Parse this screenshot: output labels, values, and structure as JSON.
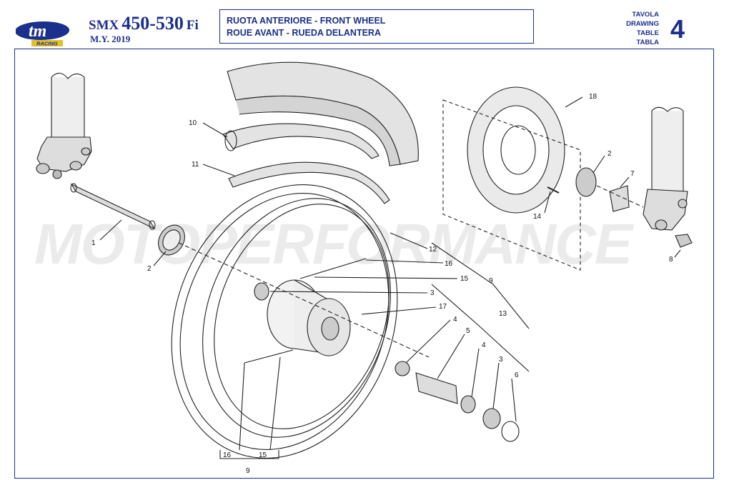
{
  "header": {
    "logo_text": "tm",
    "logo_sub": "RACING",
    "model_prefix": "SMX",
    "model_number": "450-530",
    "model_suffix": "Fi",
    "model_year": "M.Y. 2019",
    "title_line1": "RUOTA ANTERIORE - FRONT WHEEL",
    "title_line2": "ROUE AVANT - RUEDA DELANTERA",
    "drawing_labels": [
      "TAVOLA",
      "DRAWING",
      "TABLE",
      "TABLA"
    ],
    "drawing_number": "4"
  },
  "watermark": "MOTOPERFORMANCE",
  "callouts": {
    "c1": "1",
    "c2a": "2",
    "c2b": "2",
    "c3a": "3",
    "c3b": "3",
    "c4a": "4",
    "c4b": "4",
    "c5": "5",
    "c6": "6",
    "c7": "7",
    "c8": "8",
    "c9a": "9",
    "c9b": "9",
    "c10": "10",
    "c11": "11",
    "c12": "12",
    "c13": "13",
    "c14": "14",
    "c15a": "15",
    "c15b": "15",
    "c16a": "16",
    "c16b": "16",
    "c17": "17",
    "c18": "18"
  },
  "colors": {
    "accent": "#1b2f8c",
    "line": "#222222",
    "part_fill": "#e6e6e6"
  }
}
